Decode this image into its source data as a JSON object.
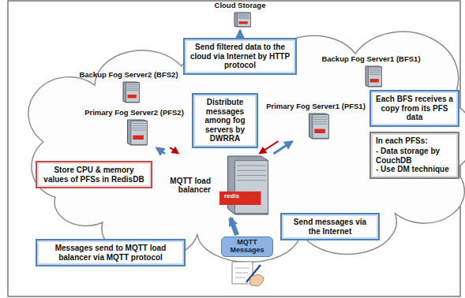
{
  "diagram": {
    "nodes": [
      {
        "text": [
          "Cloud Storage"
        ]
      },
      {
        "text": [
          "Send filtered data to the cloud via Internet by HTTP protocol"
        ]
      },
      {
        "text": [
          "Backup Fog Server2 (BFS2)"
        ]
      },
      {
        "text": [
          "Backup Fog Server1 (BFS1)"
        ]
      },
      {
        "text": [
          "Each BFS receives a copy from its PFS data"
        ]
      },
      {
        "text": [
          "Primary Fog Server2 (PFS2)"
        ]
      },
      {
        "text": [
          "Primary Fog Server1 (PFS1)"
        ]
      },
      {
        "text": [
          "Distribute messages among fog servers by DWRRA"
        ]
      },
      {
        "text": [
          "Store CPU & memory values of PFSs in RedisDB"
        ]
      },
      {
        "text": [
          "In each PFSs:",
          "- Data storage by CouchDB",
          "- Use DM technique"
        ]
      },
      {
        "text": [
          "MQTT load balancer"
        ]
      },
      {
        "text": [
          "Send messages via the Internet"
        ]
      },
      {
        "text": [
          "Messages send to MQTT load balancer via MQTT protocol"
        ]
      },
      {
        "text": [
          "MQTT Messages"
        ]
      }
    ],
    "edges": [
      {
        "from": 1,
        "to": 0,
        "arrow": "to"
      },
      {
        "from": 10,
        "to": 5,
        "arrow": "to"
      },
      {
        "from": 5,
        "to": 10,
        "arrow": "to"
      },
      {
        "from": 10,
        "to": 6,
        "arrow": "to"
      },
      {
        "from": 6,
        "to": 10,
        "arrow": "to"
      },
      {
        "from": 13,
        "to": 10,
        "arrow": "to"
      }
    ],
    "labels": [
      "redis"
    ]
  }
}
